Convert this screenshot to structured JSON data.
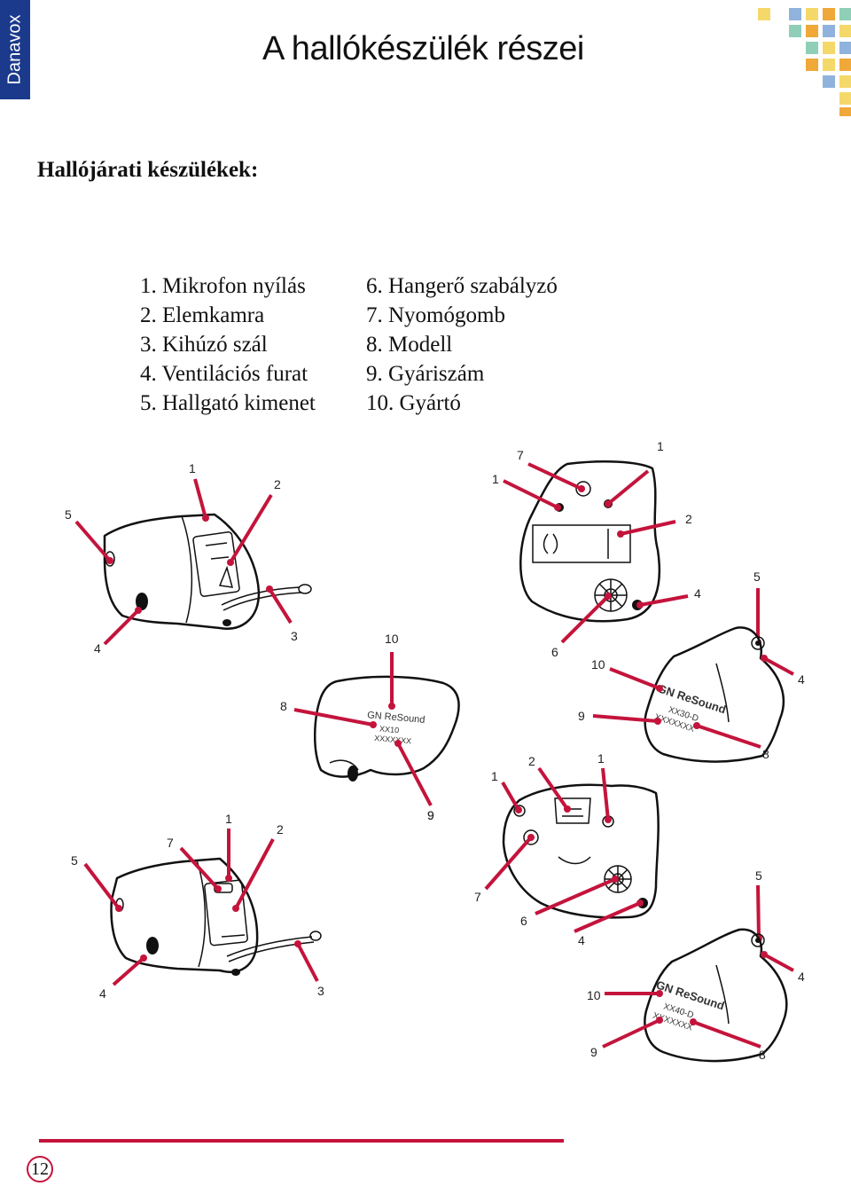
{
  "brand": "Danavox",
  "title": "A hallókészülék részei",
  "section_heading": "Hallójárati készülékek:",
  "legend": {
    "col1": [
      "1. Mikrofon nyílás",
      "2. Elemkamra",
      "3. Kihúzó szál",
      "4. Ventilációs furat",
      "5. Hallgató kimenet"
    ],
    "col2": [
      "6. Hangerő szabályzó",
      "7. Nyomógomb",
      "8. Modell",
      "9. Gyáriszám",
      "10. Gyártó"
    ]
  },
  "colors": {
    "brand_blue": "#1b3a8c",
    "accent_red": "#c4143c",
    "square_yellow": "#f5d86a",
    "square_orange": "#f0a838",
    "square_blue": "#8fb3dc",
    "square_teal": "#8fcfb8"
  },
  "callouts": {
    "d1": [
      "1",
      "2",
      "5",
      "4",
      "3"
    ],
    "d2": [
      "7",
      "1",
      "1",
      "2",
      "5",
      "4",
      "6"
    ],
    "d3": [
      "10",
      "8",
      "9"
    ],
    "d4": [
      "10",
      "4",
      "9",
      "8"
    ],
    "d5": [
      "1",
      "2",
      "7",
      "5",
      "4",
      "3"
    ],
    "d6": [
      "2",
      "1",
      "1",
      "9",
      "5",
      "7",
      "6",
      "4"
    ],
    "d7": [
      "4",
      "10",
      "9",
      "8"
    ]
  },
  "imprints": {
    "d3": [
      "GN ReSound",
      "XX10",
      "XXXXXXX"
    ],
    "d4": [
      "GN ReSound",
      "XX30-D",
      "XXXXXXX"
    ],
    "d7": [
      "GN ReSound",
      "XX40-D",
      "XXXXXXX"
    ]
  },
  "page_number": "12"
}
